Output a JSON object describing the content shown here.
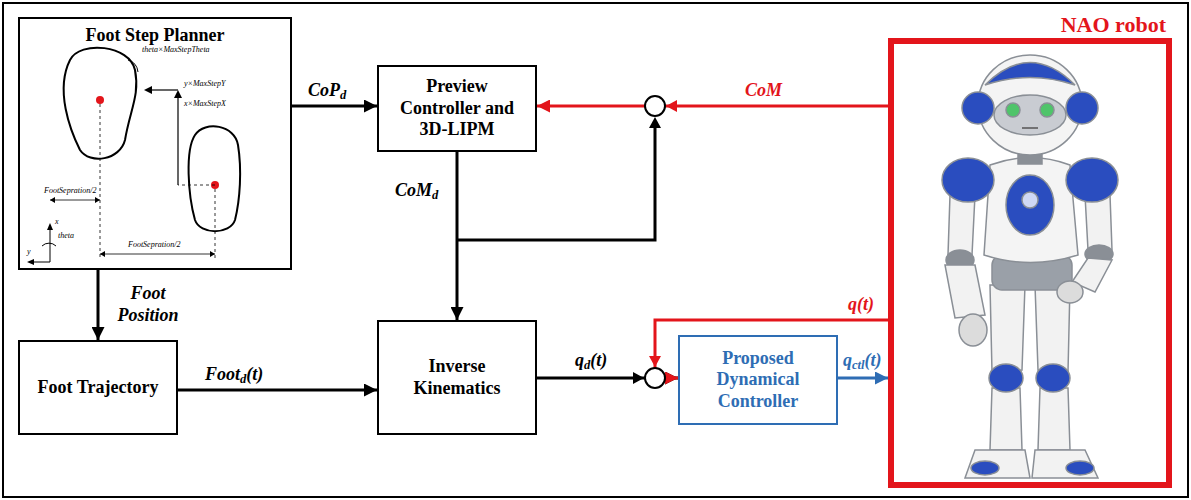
{
  "diagram": {
    "nodes": [
      {
        "text": [
          "Foot Step Planner"
        ]
      },
      {
        "text": [
          "Preview Controller and 3D-LIPM"
        ]
      },
      {
        "text": [
          "NAO robot"
        ]
      },
      {
        "text": [
          "Foot Trajectory"
        ]
      },
      {
        "text": [
          "Inverse Kinematics"
        ]
      },
      {
        "text": [
          "Proposed Dynamical Controller"
        ]
      }
    ],
    "edges": [
      {
        "from": 0,
        "to": 1,
        "arrow": "to",
        "label": "CoPd"
      },
      {
        "from": 2,
        "to": 1,
        "arrow": "to",
        "label": "CoM"
      },
      {
        "from": 1,
        "to": 4,
        "arrow": "to",
        "label": "CoMd"
      },
      {
        "from": 0,
        "to": 3,
        "arrow": "to",
        "label": "Foot Position"
      },
      {
        "from": 3,
        "to": 4,
        "arrow": "to",
        "label": "Footd(t)"
      },
      {
        "from": 4,
        "to": 5,
        "arrow": "to",
        "label": "qd(t)"
      },
      {
        "from": 2,
        "to": 5,
        "arrow": "to",
        "label": "q(t)"
      },
      {
        "from": 5,
        "to": 2,
        "arrow": "to",
        "label": "qctl(t)"
      }
    ],
    "labels": [
      "theta×MaxStepTheta",
      "y×MaxStepY",
      "x×MaxStepX",
      "FootSepration/2",
      "FootSepration/2",
      "theta",
      "x",
      "y"
    ]
  }
}
